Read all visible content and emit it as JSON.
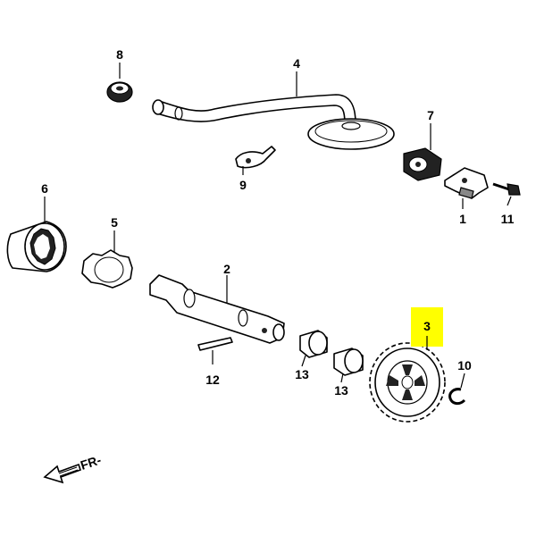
{
  "callouts": {
    "p1": "1",
    "p2": "2",
    "p3": "3",
    "p4": "4",
    "p5": "5",
    "p6": "6",
    "p7": "7",
    "p8": "8",
    "p9": "9",
    "p10": "10",
    "p11": "11",
    "p12": "12",
    "p13a": "13",
    "p13b": "13"
  },
  "highlight": {
    "target": "p3",
    "color": "#ffff00"
  },
  "direction_label": "FR-"
}
